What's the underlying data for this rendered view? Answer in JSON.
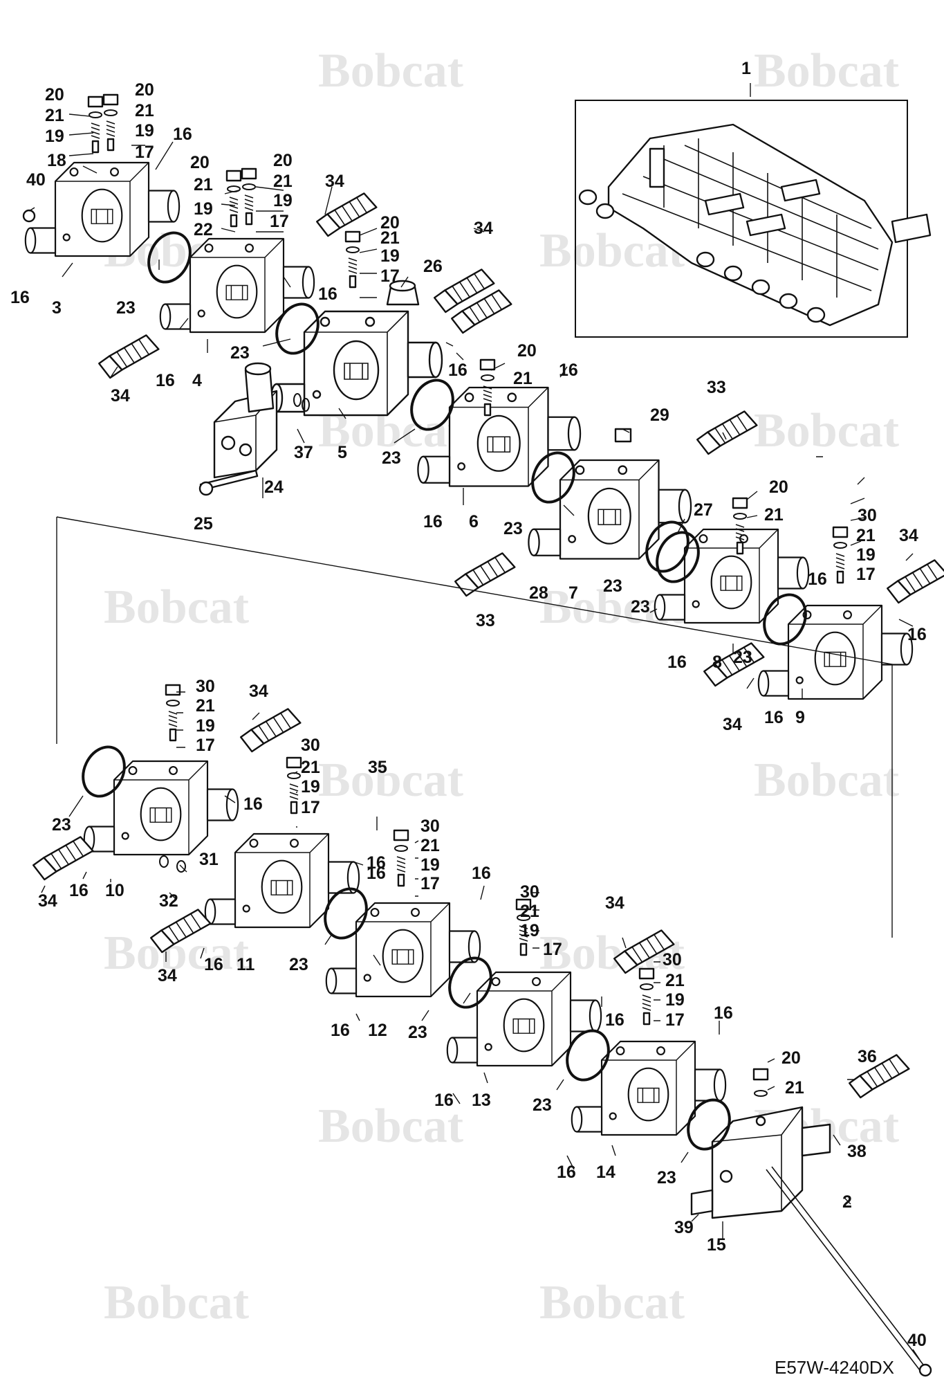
{
  "diagram": {
    "drawing_code": "E57W-4240DX",
    "watermark_text": "Bobcat",
    "colors": {
      "line": "#111111",
      "background": "#ffffff",
      "watermark": "#d0d0d0"
    },
    "callout_numbers": [
      "1",
      "2",
      "3",
      "4",
      "5",
      "6",
      "7",
      "8",
      "9",
      "10",
      "11",
      "12",
      "13",
      "14",
      "15",
      "16",
      "17",
      "18",
      "19",
      "20",
      "21",
      "22",
      "23",
      "24",
      "25",
      "26",
      "27",
      "28",
      "29",
      "30",
      "31",
      "32",
      "33",
      "34",
      "35",
      "36",
      "37",
      "38",
      "39",
      "40"
    ]
  }
}
